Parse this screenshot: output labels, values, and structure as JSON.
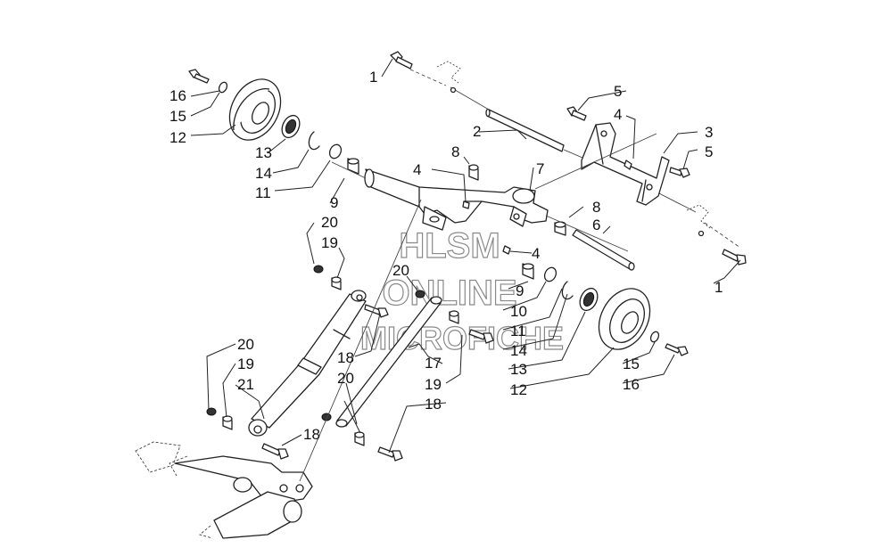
{
  "callouts": {
    "c1_top": "1",
    "c2": "2",
    "c3": "3",
    "c4_top": "4",
    "c5_top": "5",
    "c5_right": "5",
    "c7": "7",
    "c8_top": "8",
    "c8_right": "8",
    "c6": "6",
    "c4_mid": "4",
    "c4_arm": "4",
    "c1_right": "1",
    "c16_left": "16",
    "c15_left": "15",
    "c12_left": "12",
    "c13_left": "13",
    "c14_left": "14",
    "c11_left": "11",
    "c9_left": "9",
    "c20_a": "20",
    "c19_a": "19",
    "c20_b": "20",
    "c9_right": "9",
    "c10": "10",
    "c11_right": "11",
    "c14_right": "14",
    "c13_right": "13",
    "c12_right": "12",
    "c15_right": "15",
    "c16_right": "16",
    "c18_a": "18",
    "c17": "17",
    "c19_b": "19",
    "c18_b": "18",
    "c20_c": "20",
    "c19_c": "19",
    "c21": "21",
    "c20_d": "20",
    "c18_c": "18"
  },
  "watermark": {
    "line1": "HLSM",
    "line2": "ONLINE",
    "line3": "MICROFICHE"
  }
}
